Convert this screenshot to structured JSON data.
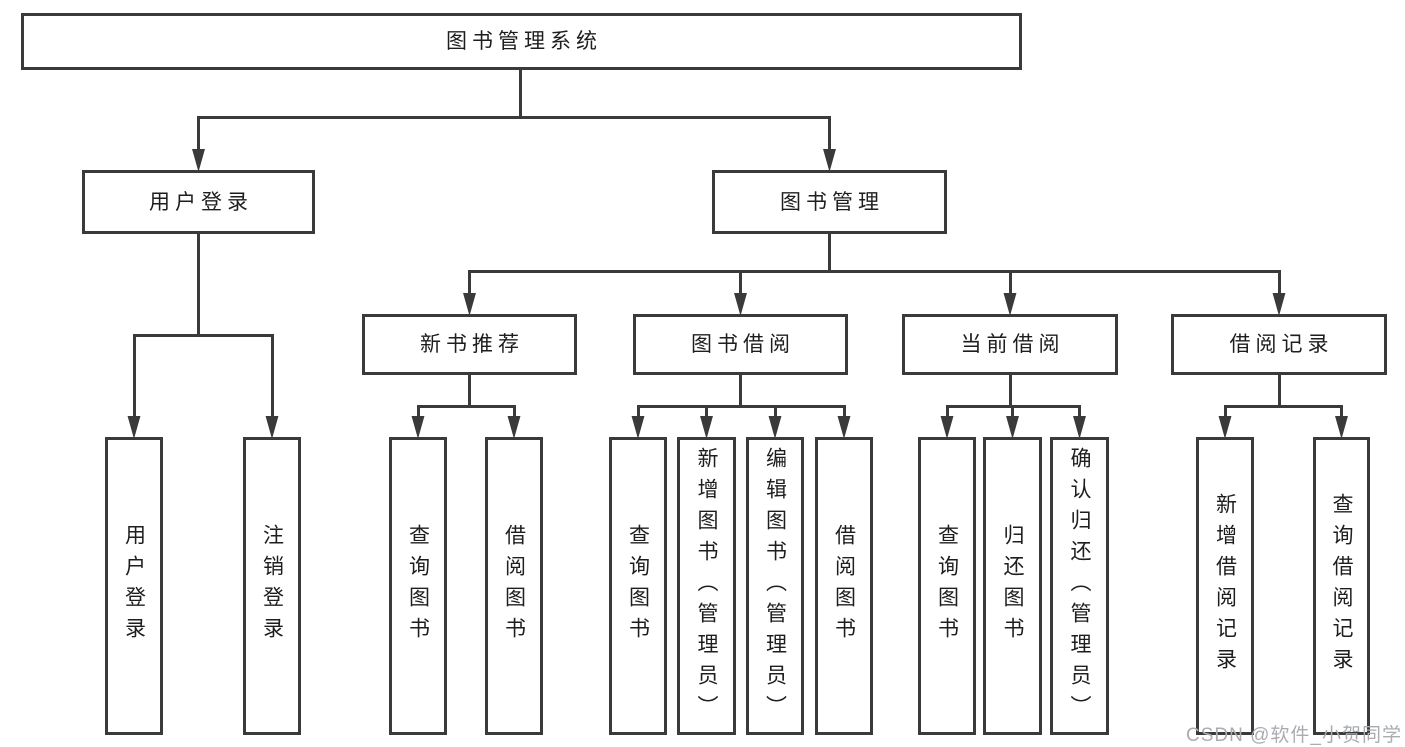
{
  "colors": {
    "line": "#3a3a3a",
    "text": "#1e1e1e",
    "background": "#ffffff",
    "watermark": "#a9acb1"
  },
  "watermark": {
    "text": "CSDN @软件_小贺同学"
  },
  "tree": {
    "label": "图书管理系统",
    "children": [
      {
        "label": "用户登录",
        "children": [
          {
            "label": "用户登录"
          },
          {
            "label": "注销登录"
          }
        ]
      },
      {
        "label": "图书管理",
        "children": [
          {
            "label": "新书推荐",
            "children": [
              {
                "label": "查询图书"
              },
              {
                "label": "借阅图书"
              }
            ]
          },
          {
            "label": "图书借阅",
            "children": [
              {
                "label": "查询图书"
              },
              {
                "label": "新增图书（管理员）"
              },
              {
                "label": "编辑图书（管理员）"
              },
              {
                "label": "借阅图书"
              }
            ]
          },
          {
            "label": "当前借阅",
            "children": [
              {
                "label": "查询图书"
              },
              {
                "label": "归还图书"
              },
              {
                "label": "确认归还（管理员）"
              }
            ]
          },
          {
            "label": "借阅记录",
            "children": [
              {
                "label": "新增借阅记录"
              },
              {
                "label": "查询借阅记录"
              }
            ]
          }
        ]
      }
    ]
  }
}
